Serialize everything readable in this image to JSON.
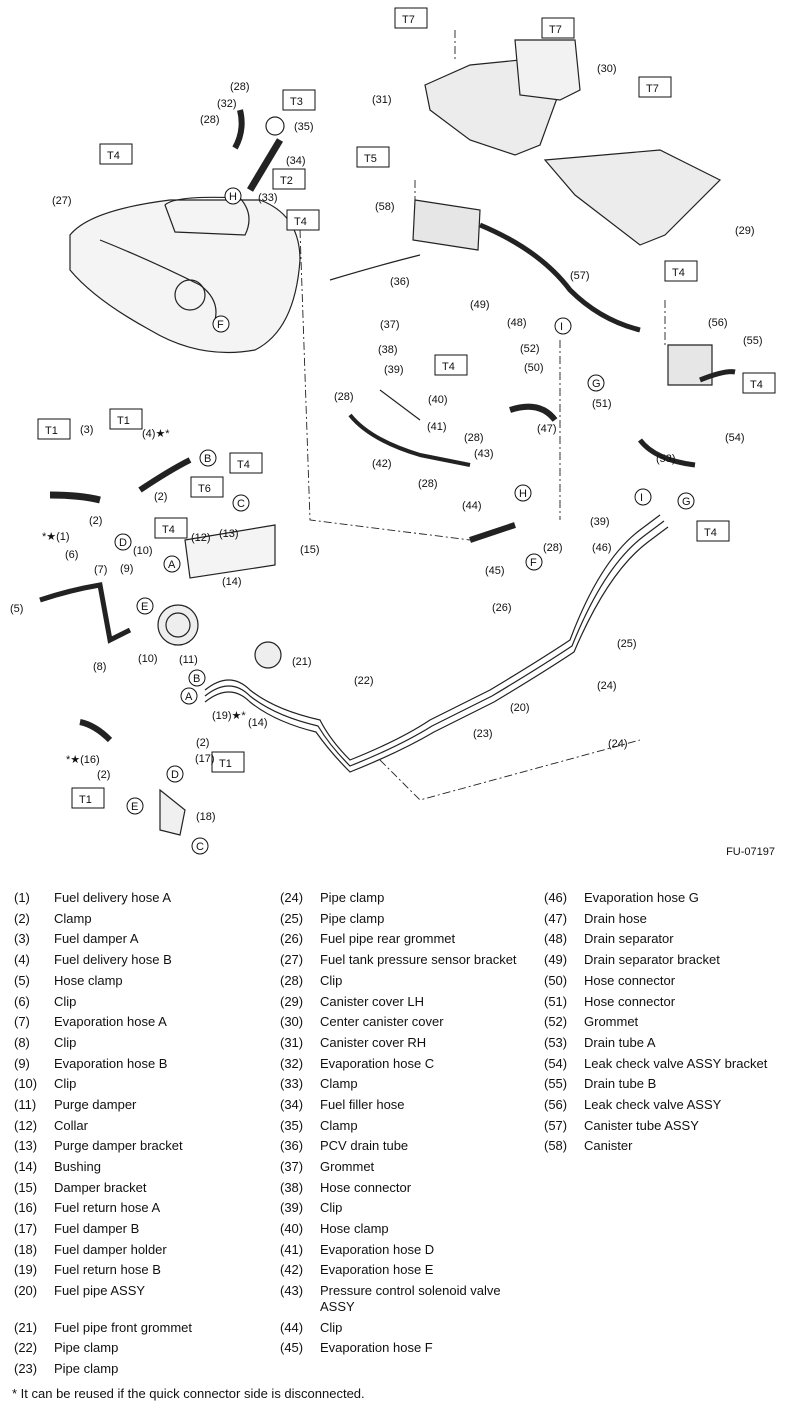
{
  "figure": {
    "id": "FU-07197",
    "torque_boxes": [
      "T1",
      "T2",
      "T3",
      "T4",
      "T5",
      "T6",
      "T7"
    ],
    "view_letters": [
      "A",
      "B",
      "C",
      "D",
      "E",
      "F",
      "G",
      "H",
      "I"
    ]
  },
  "legend": {
    "col1": [
      {
        "num": "(1)",
        "label": "Fuel delivery hose A"
      },
      {
        "num": "(2)",
        "label": "Clamp"
      },
      {
        "num": "(3)",
        "label": "Fuel damper A"
      },
      {
        "num": "(4)",
        "label": "Fuel delivery hose B"
      },
      {
        "num": "(5)",
        "label": "Hose clamp"
      },
      {
        "num": "(6)",
        "label": "Clip"
      },
      {
        "num": "(7)",
        "label": "Evaporation hose A"
      },
      {
        "num": "(8)",
        "label": "Clip"
      },
      {
        "num": "(9)",
        "label": "Evaporation hose B"
      },
      {
        "num": "(10)",
        "label": "Clip"
      },
      {
        "num": "(11)",
        "label": "Purge damper"
      },
      {
        "num": "(12)",
        "label": "Collar"
      },
      {
        "num": "(13)",
        "label": "Purge damper bracket"
      },
      {
        "num": "(14)",
        "label": "Bushing"
      },
      {
        "num": "(15)",
        "label": "Damper bracket"
      },
      {
        "num": "(16)",
        "label": "Fuel return hose A"
      },
      {
        "num": "(17)",
        "label": "Fuel damper B"
      },
      {
        "num": "(18)",
        "label": "Fuel damper holder"
      },
      {
        "num": "(19)",
        "label": "Fuel return hose B"
      },
      {
        "num": "(20)",
        "label": "Fuel pipe ASSY"
      },
      {
        "num": "(21)",
        "label": "Fuel pipe front grommet"
      },
      {
        "num": "(22)",
        "label": "Pipe clamp"
      },
      {
        "num": "(23)",
        "label": "Pipe clamp"
      }
    ],
    "col2": [
      {
        "num": "(24)",
        "label": "Pipe clamp"
      },
      {
        "num": "(25)",
        "label": "Pipe clamp"
      },
      {
        "num": "(26)",
        "label": "Fuel pipe rear grommet"
      },
      {
        "num": "(27)",
        "label": "Fuel tank pressure sensor bracket"
      },
      {
        "num": "(28)",
        "label": "Clip"
      },
      {
        "num": "(29)",
        "label": "Canister cover LH"
      },
      {
        "num": "(30)",
        "label": "Center canister cover"
      },
      {
        "num": "(31)",
        "label": "Canister cover RH"
      },
      {
        "num": "(32)",
        "label": "Evaporation hose C"
      },
      {
        "num": "(33)",
        "label": "Clamp"
      },
      {
        "num": "(34)",
        "label": "Fuel filler hose"
      },
      {
        "num": "(35)",
        "label": "Clamp"
      },
      {
        "num": "(36)",
        "label": "PCV drain tube"
      },
      {
        "num": "(37)",
        "label": "Grommet"
      },
      {
        "num": "(38)",
        "label": "Hose connector"
      },
      {
        "num": "(39)",
        "label": "Clip"
      },
      {
        "num": "(40)",
        "label": "Hose clamp"
      },
      {
        "num": "(41)",
        "label": "Evaporation hose D"
      },
      {
        "num": "(42)",
        "label": "Evaporation hose E"
      },
      {
        "num": "(43)",
        "label": "Pressure control solenoid valve ASSY"
      },
      {
        "num": "(44)",
        "label": "Clip"
      },
      {
        "num": "(45)",
        "label": "Evaporation hose F"
      }
    ],
    "col3": [
      {
        "num": "(46)",
        "label": "Evaporation hose G"
      },
      {
        "num": "(47)",
        "label": "Drain hose"
      },
      {
        "num": "(48)",
        "label": "Drain separator"
      },
      {
        "num": "(49)",
        "label": "Drain separator bracket"
      },
      {
        "num": "(50)",
        "label": "Hose connector"
      },
      {
        "num": "(51)",
        "label": "Hose connector"
      },
      {
        "num": "(52)",
        "label": "Grommet"
      },
      {
        "num": "(53)",
        "label": "Drain tube A"
      },
      {
        "num": "(54)",
        "label": "Leak check valve ASSY bracket"
      },
      {
        "num": "(55)",
        "label": "Drain tube B"
      },
      {
        "num": "(56)",
        "label": "Leak check valve ASSY"
      },
      {
        "num": "(57)",
        "label": "Canister tube ASSY"
      },
      {
        "num": "(58)",
        "label": "Canister"
      }
    ]
  },
  "footnote": "* It can be reused if the quick connector side is disconnected."
}
